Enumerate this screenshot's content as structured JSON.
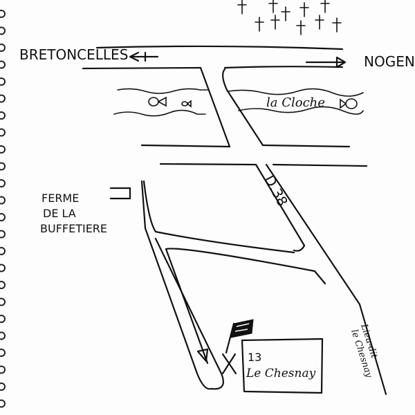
{
  "places": {
    "west": "BRETONCELLES",
    "east": "NOGEN",
    "river": "la Cloche",
    "road": "D.38",
    "farm_line1": "FERME",
    "farm_line2": "DE LA",
    "farm_line3": "BUFFETIERE",
    "lieu_dit_line1": "Lieu-dit",
    "lieu_dit_line2": "le Chesnay",
    "house_number": "13",
    "house_name": "Le Chesnay"
  },
  "icons": [
    "cemetery-crosses",
    "fish",
    "flag",
    "destination-x",
    "spiral-binding"
  ],
  "ink_color": "#111111"
}
